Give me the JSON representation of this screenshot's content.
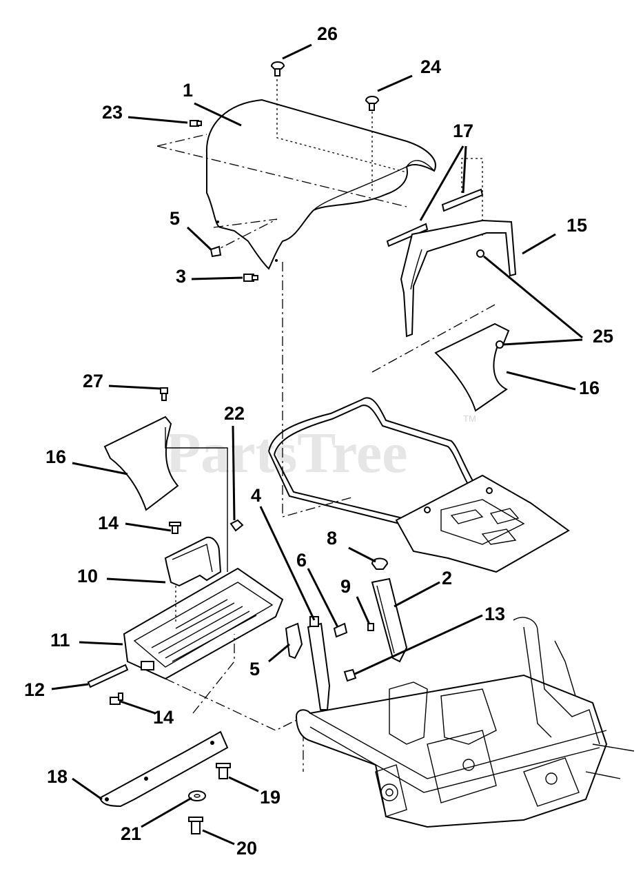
{
  "watermark": {
    "text": "PartsTree",
    "trademark": "TM"
  },
  "callouts": [
    {
      "label": "26"
    },
    {
      "label": "24"
    },
    {
      "label": "1"
    },
    {
      "label": "23"
    },
    {
      "label": "17"
    },
    {
      "label": "15"
    },
    {
      "label": "5"
    },
    {
      "label": "3"
    },
    {
      "label": "25"
    },
    {
      "label": "16"
    },
    {
      "label": "27"
    },
    {
      "label": "22"
    },
    {
      "label": "16"
    },
    {
      "label": "4"
    },
    {
      "label": "14"
    },
    {
      "label": "8"
    },
    {
      "label": "6"
    },
    {
      "label": "2"
    },
    {
      "label": "10"
    },
    {
      "label": "9"
    },
    {
      "label": "13"
    },
    {
      "label": "11"
    },
    {
      "label": "5"
    },
    {
      "label": "12"
    },
    {
      "label": "14"
    },
    {
      "label": "18"
    },
    {
      "label": "19"
    },
    {
      "label": "21"
    },
    {
      "label": "20"
    }
  ]
}
